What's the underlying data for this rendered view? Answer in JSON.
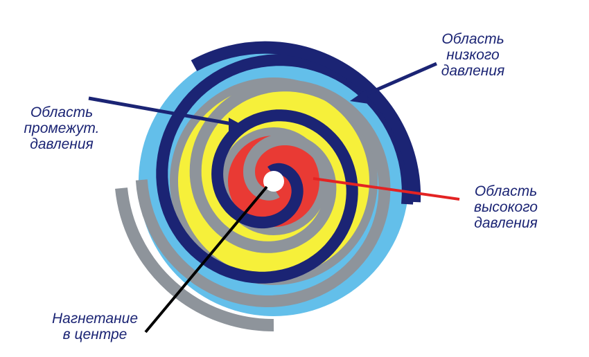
{
  "colors": {
    "navy": "#1B2474",
    "sky": "#63BFEA",
    "gray": "#8E949B",
    "yellow": "#F6F03A",
    "red": "#E93A34",
    "label_text": "#1B2474",
    "red_pointer": "#E32323",
    "black_pointer": "#000000"
  },
  "labels": {
    "low": {
      "line1": "Область",
      "line2": "низкого",
      "line3": "давления"
    },
    "mid": {
      "line1": "Область",
      "line2": "промежут.",
      "line3": "давления"
    },
    "high": {
      "line1": "Область",
      "line2": "высокого",
      "line3": "давления"
    },
    "center": {
      "line1": "Нагнетание",
      "line2": "в центре"
    }
  }
}
